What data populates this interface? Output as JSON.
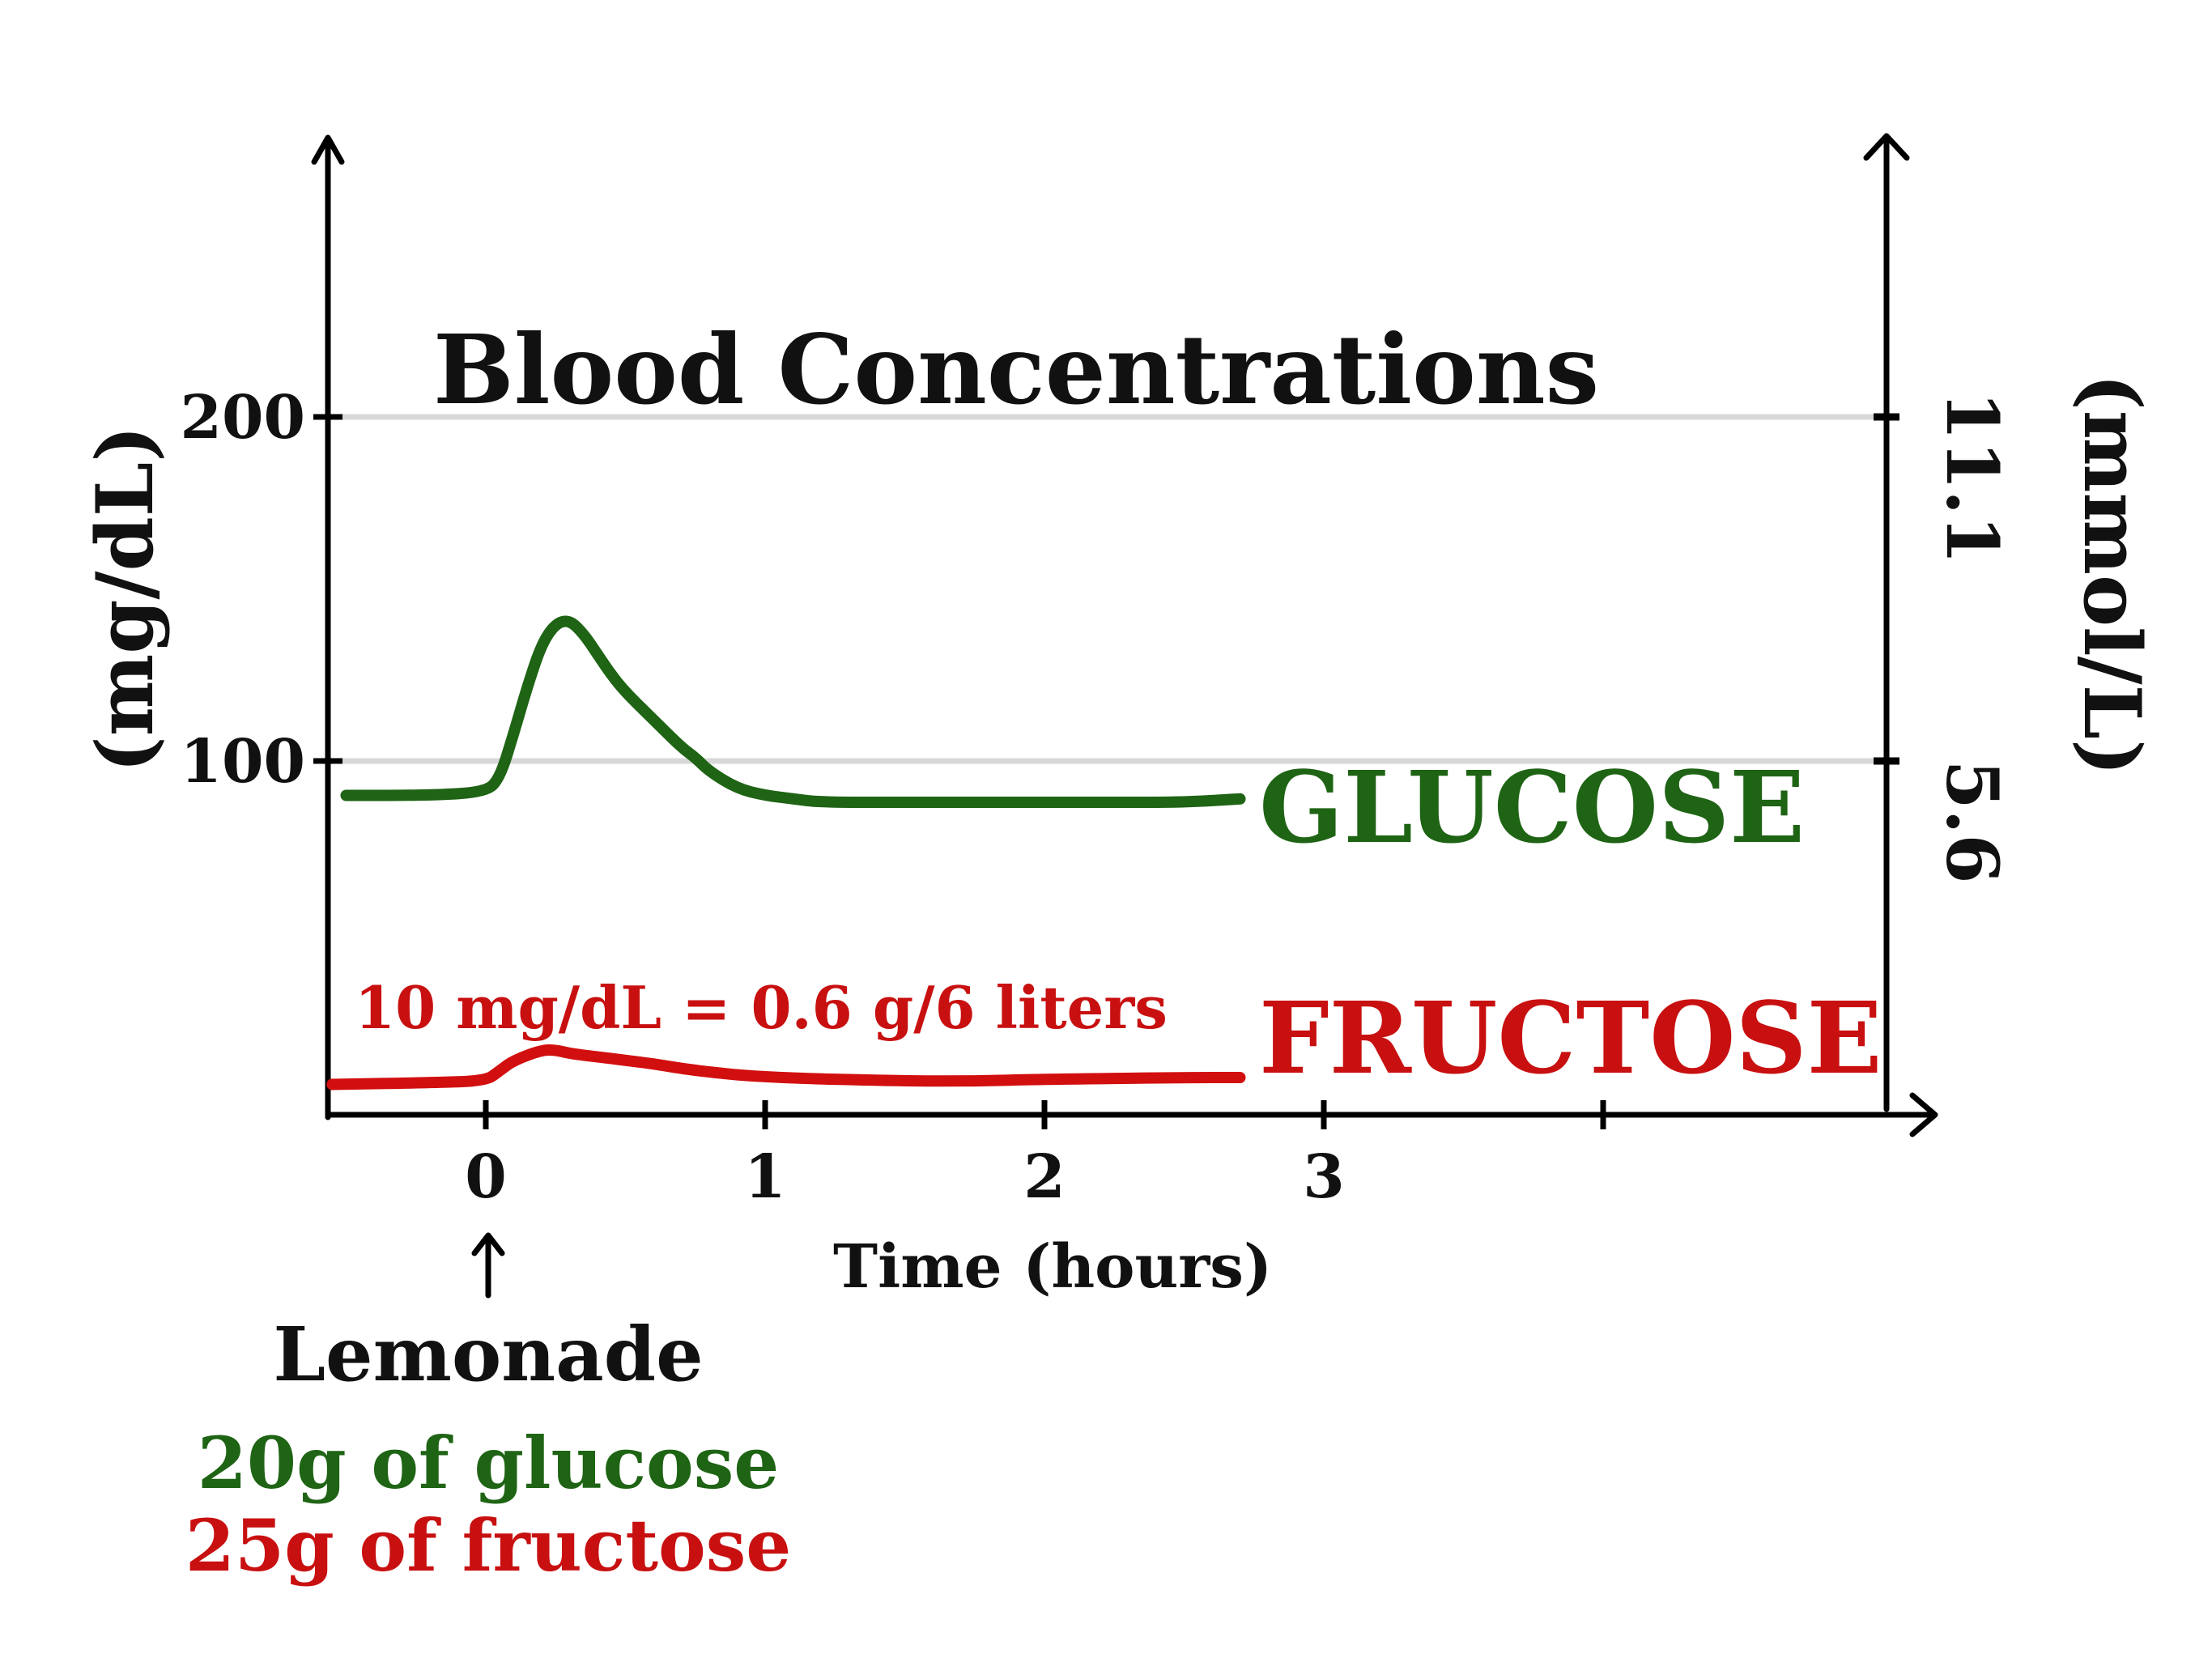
{
  "chart_data": {
    "type": "line",
    "title": "Blood Concentrations",
    "xlabel": "Time (hours)",
    "ylabel": "(mg/dL)",
    "ylabel_right": "(mmol/L)",
    "x_ticks": [
      "0",
      "1",
      "2",
      "3"
    ],
    "xlim": [
      -0.55,
      5.05
    ],
    "y_ticks": [
      "100",
      "200"
    ],
    "y_ticks_right": [
      "5.6",
      "11.1"
    ],
    "ylim": [
      0,
      285
    ],
    "grid_y": [
      100,
      200
    ],
    "annotation": "10 mg/dL = 0.6 g/6 liters",
    "series": [
      {
        "name": "GLUCOSE",
        "color": "#1e6414",
        "x": [
          -0.5,
          -0.2,
          0,
          0.05,
          0.1,
          0.15,
          0.2,
          0.25,
          0.3,
          0.35,
          0.4,
          0.45,
          0.5,
          0.6,
          0.7,
          0.75,
          0.8,
          0.9,
          1.0,
          1.1,
          1.2,
          1.5,
          1.75,
          2.0,
          2.25,
          2.5,
          2.7
        ],
        "values": [
          90,
          90,
          91,
          95,
          108,
          122,
          134,
          140,
          141,
          137,
          131,
          125,
          120,
          112,
          104,
          101,
          97,
          92,
          90,
          89,
          88,
          88,
          88,
          88,
          88,
          88,
          89
        ]
      },
      {
        "name": "FRUCTOSE",
        "color": "#d20f0f",
        "x": [
          -0.55,
          -0.2,
          0,
          0.05,
          0.1,
          0.2,
          0.25,
          0.3,
          0.4,
          0.5,
          0.6,
          0.75,
          1.0,
          1.5,
          1.75,
          2.0,
          2.5,
          2.7
        ],
        "values": [
          6,
          6.5,
          7,
          10,
          13,
          16,
          16,
          15,
          14,
          13,
          12,
          10,
          8,
          7,
          7,
          7.5,
          8,
          8
        ]
      }
    ],
    "dose_marker": {
      "label": "Lemonade",
      "lines": [
        "20g of glucose",
        "25g of fructose"
      ]
    }
  }
}
